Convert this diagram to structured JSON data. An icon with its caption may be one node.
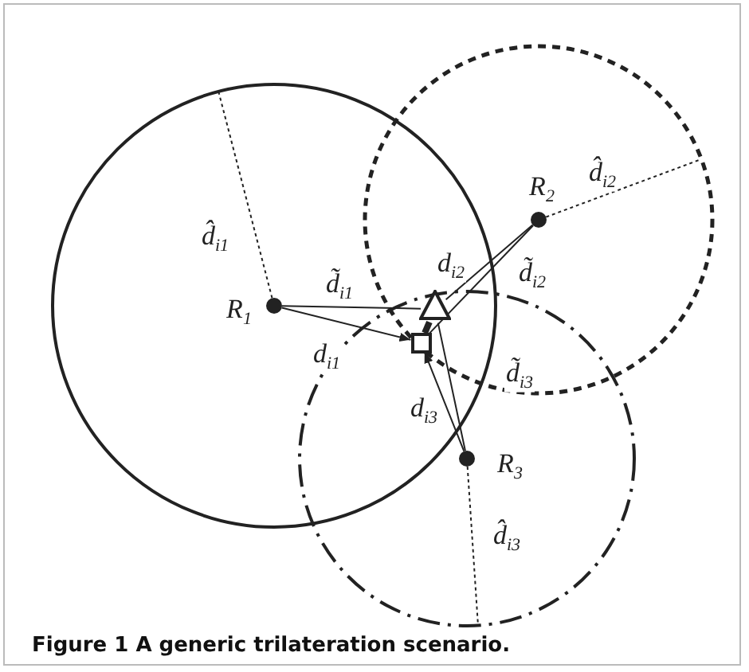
{
  "diagram": {
    "caption": "Figure 1 A generic trilateration scenario.",
    "nodes": [
      {
        "text": [],
        "shape": "circle",
        "beside": [
          "R$_{1}$"
        ]
      },
      {
        "text": [],
        "shape": "circle",
        "beside": [
          "R$_{2}$"
        ]
      },
      {
        "text": [],
        "shape": "circle",
        "beside": [
          "R$_{3}$"
        ]
      },
      {
        "text": [],
        "shape": "box"
      },
      {
        "text": [],
        "shape": "triangle"
      }
    ],
    "edges": [
      {
        "from": 0,
        "to": 4,
        "arrow": "none",
        "label": "d̃$_{i1}$"
      },
      {
        "from": 0,
        "to": 3,
        "arrow": "to",
        "label": "d$_{i1}$"
      },
      {
        "from": 1,
        "to": 3,
        "arrow": "none",
        "label": "d$_{i2}$"
      },
      {
        "from": 1,
        "to": 4,
        "arrow": "none",
        "label": "d̃$_{i2}$"
      },
      {
        "from": 2,
        "to": 4,
        "arrow": "none",
        "label": "d̃$_{i3}$"
      },
      {
        "from": 2,
        "to": 3,
        "arrow": "to",
        "label": "d$_{i3}$"
      },
      {
        "from": 3,
        "to": 4,
        "arrow": "none",
        "style": "thick"
      },
      {
        "from": 0,
        "to": null,
        "arrow": "none",
        "style": "dashed",
        "label": "d̂$_{i1}$"
      },
      {
        "from": 1,
        "to": null,
        "arrow": "none",
        "style": "dashed",
        "label": "d̂$_{i2}$"
      },
      {
        "from": 2,
        "to": null,
        "arrow": "none",
        "style": "dashed",
        "label": "d̂$_{i3}$"
      }
    ]
  }
}
